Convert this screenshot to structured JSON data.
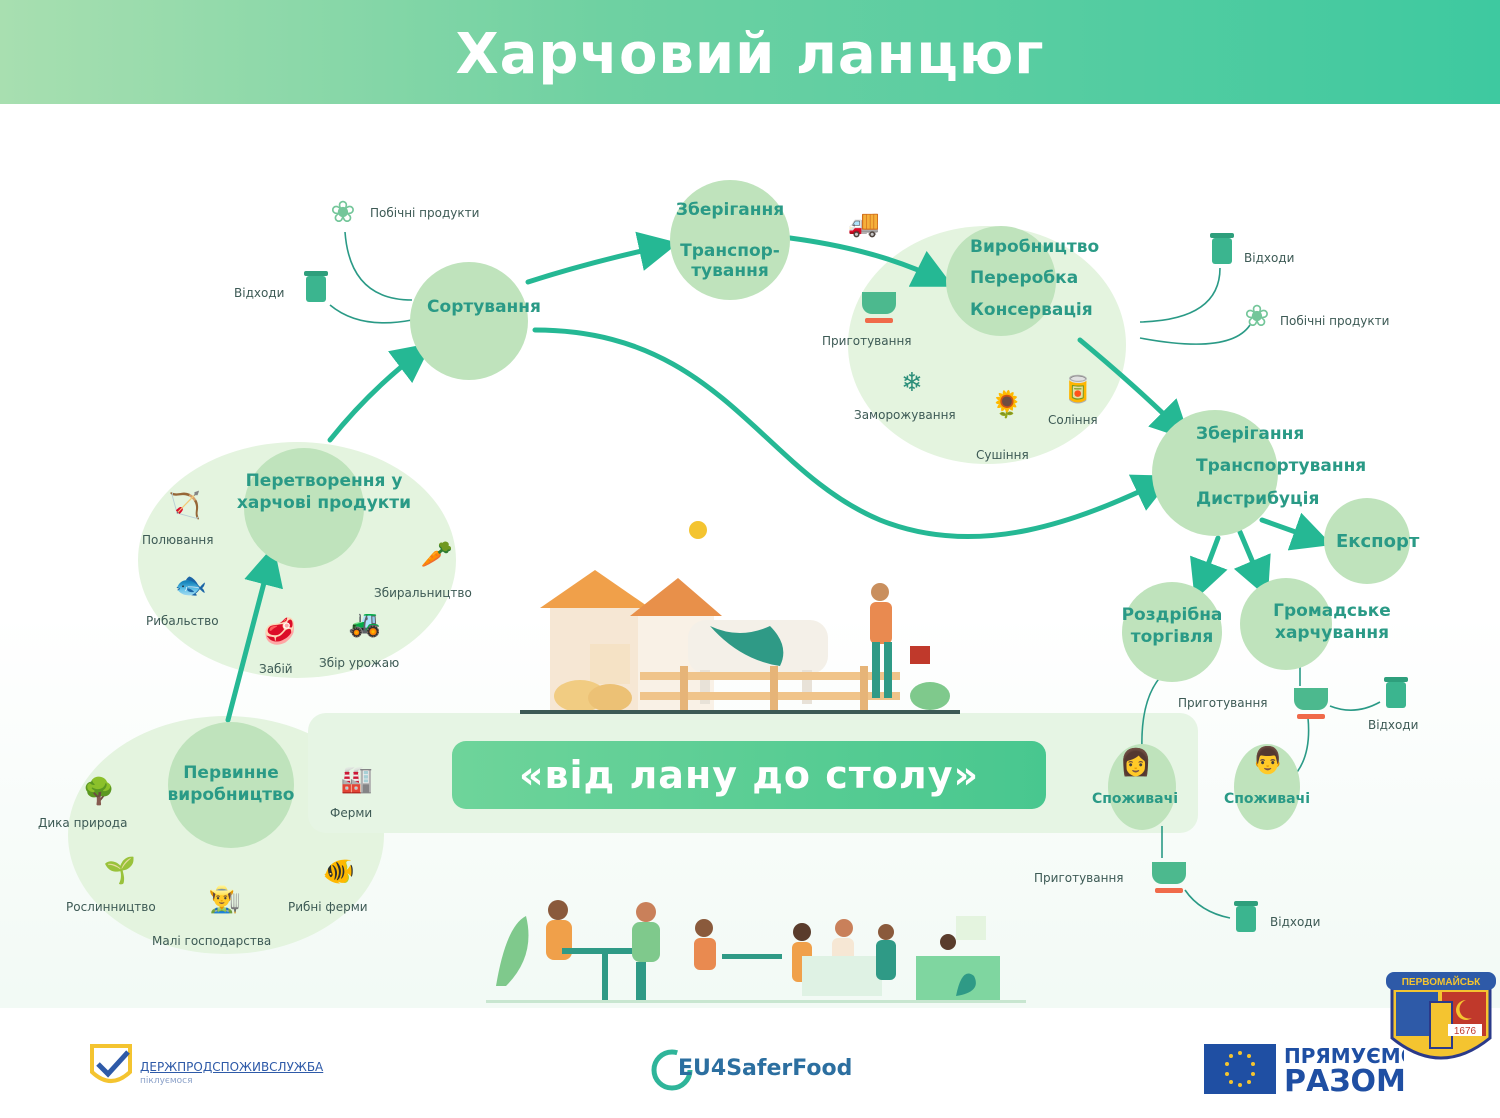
{
  "title": "Харчовий ланцюг",
  "banner": "«від лану до столу»",
  "nodes": {
    "primary": "Первинне\nвиробництво",
    "transform": "Перетворення у\nхарчові продукти",
    "sorting": "Сортування",
    "storage1": "Зберігання\n\nТранспор-\nтування",
    "production": "Виробництво\nПереробка\nКонсервація",
    "storage2": "Зберігання\nТранспортування\nДистрибуція",
    "export": "Експорт",
    "retail": "Роздрібна\nторгівля",
    "catering": "Громадське\nхарчування",
    "consumers_left": "Споживачі",
    "consumers_right": "Споживачі"
  },
  "labels": {
    "byproducts_left": "Побічні продукти",
    "waste_left": "Відходи",
    "hunting": "Полювання",
    "fishing": "Рибальство",
    "slaughter": "Забій",
    "harvest": "Збір урожаю",
    "gathering": "Збиральництво",
    "wild_nature": "Дика природа",
    "farms": "Ферми",
    "plant_growing": "Рослинництво",
    "small_farms": "Малі господарства",
    "fish_farms": "Рибні ферми",
    "cooking_prod": "Приготування",
    "freezing": "Заморожування",
    "drying": "Сушіння",
    "salting": "Соління",
    "waste_right": "Відходи",
    "byproducts_right": "Побічні продукти",
    "cooking_catering": "Приготування",
    "waste_catering": "Відходи",
    "cooking_home": "Приготування",
    "waste_home": "Відходи"
  },
  "footer": {
    "gov_logo": "ДЕРЖПРОДСПОЖИВСЛУЖБА",
    "gov_sub": "піклуємося",
    "eu_logo": "EU4SaferFood",
    "together_logo_1": "ПРЯМУЄМО",
    "together_logo_2": "РАЗОМ",
    "emblem_text": "ПЕРВОМАЙСЬК",
    "emblem_year": "1676"
  },
  "colors": {
    "header_start": "#a8dfb0",
    "header_end": "#3ec9a0",
    "node_fill": "#bfe3bc",
    "arrow": "#25b894",
    "label_text": "#2a9a86"
  }
}
